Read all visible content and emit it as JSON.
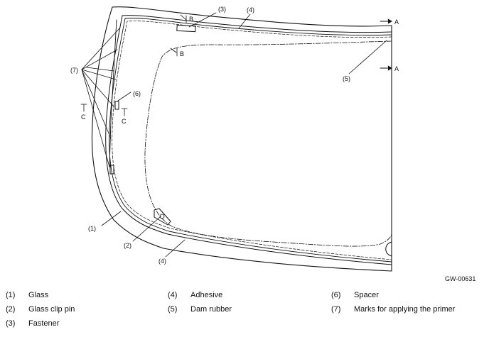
{
  "figure_id": "GW-00631",
  "callouts": {
    "c1": "(1)",
    "c2": "(2)",
    "c3": "(3)",
    "c4": "(4)",
    "c5": "(5)",
    "c6": "(6)",
    "c7": "(7)",
    "A": "A",
    "B": "B",
    "C": "C"
  },
  "legend": [
    {
      "num": "(1)",
      "label": "Glass"
    },
    {
      "num": "(2)",
      "label": "Glass clip pin"
    },
    {
      "num": "(3)",
      "label": "Fastener"
    },
    {
      "num": "(4)",
      "label": "Adhesive"
    },
    {
      "num": "(5)",
      "label": "Dam rubber"
    },
    {
      "num": "(6)",
      "label": "Spacer"
    },
    {
      "num": "(7)",
      "label": "Marks for applying the primer"
    }
  ]
}
